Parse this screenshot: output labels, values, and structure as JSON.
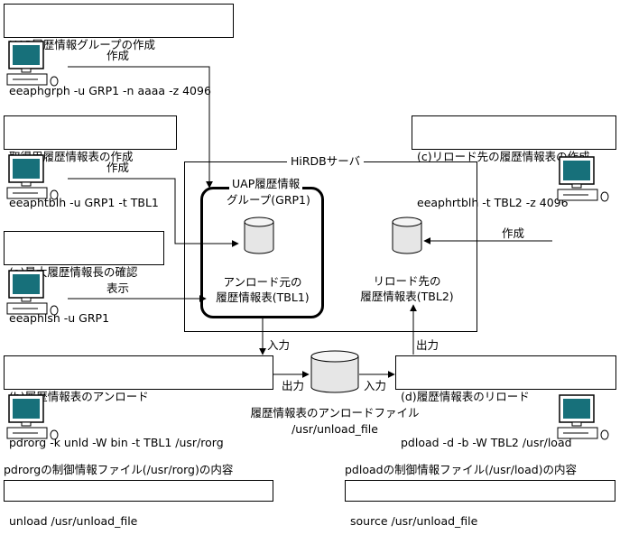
{
  "boxes": {
    "uap_group_create": {
      "title": "UAP履歴情報グループの作成",
      "command": "eeaphgrph -u GRP1 -n aaaa -z 4096"
    },
    "table_create": {
      "title": "取得用履歴情報表の作成",
      "command": "eeaphtblh -u GRP1 -t TBL1"
    },
    "max_length": {
      "title": "(a)最大履歴情報長の確認",
      "command": "eeaphlsh -u GRP1"
    },
    "reload_table_create": {
      "title": "(c)リロード先の履歴情報表の作成",
      "command": "eeaphrtblh -t TBL2 -z 4096"
    },
    "unload": {
      "title": "(b)履歴情報表のアンロード",
      "command": "pdrorg -k unld -W bin -t TBL1 /usr/rorg"
    },
    "reload": {
      "title": "(d)履歴情報表のリロード",
      "command": "pdload -d -b -W TBL2 /usr/load"
    }
  },
  "server": {
    "label": "HiRDBサーバ",
    "group_label_1": "UAP履歴情報",
    "group_label_2": "グループ(GRP1)",
    "source_table_1": "アンロード元の",
    "source_table_2": "履歴情報表(TBL1)",
    "target_table_1": "リロード先の",
    "target_table_2": "履歴情報表(TBL2)"
  },
  "arrows": {
    "create_1": "作成",
    "create_2": "作成",
    "create_3": "作成",
    "display": "表示",
    "input_1": "入力",
    "input_2": "入力",
    "output_1": "出力",
    "output_2": "出力"
  },
  "unload_file": {
    "label_1": "履歴情報表のアンロードファイル",
    "label_2": "/usr/unload_file"
  },
  "control_files": {
    "pdrorg_caption": "pdrorgの制御情報ファイル(/usr/rorg)の内容",
    "pdrorg_content": "unload /usr/unload_file",
    "pdload_caption": "pdloadの制御情報ファイル(/usr/load)の内容",
    "pdload_content": "source /usr/unload_file"
  },
  "icons": {
    "computer": "computer-icon",
    "database": "database-cylinder-icon"
  }
}
